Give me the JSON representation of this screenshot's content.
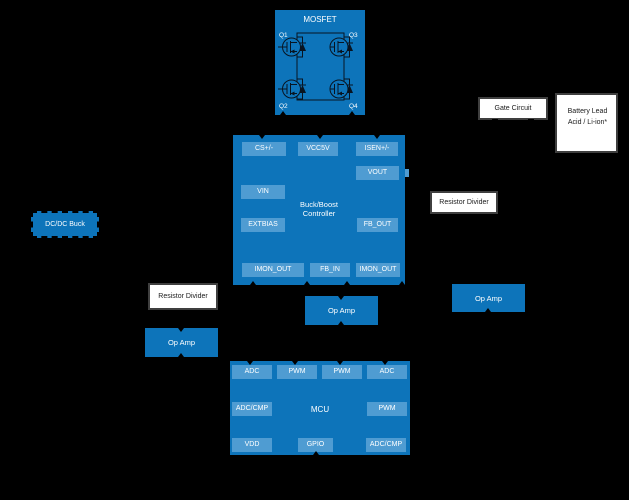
{
  "colors": {
    "bg": "#000000",
    "block-blue": "#0d74ba",
    "pin-blue": "#4f9cd2",
    "white-block": "#ffffff",
    "border-gray": "#3f3f3f",
    "text-on-blue": "#ffffff",
    "text-on-white": "#1a1a1a",
    "symbol-stroke": "#081421"
  },
  "mosfet": {
    "title": "MOSFET",
    "q1": "Q1",
    "q2": "Q2",
    "q3": "Q3",
    "q4": "Q4"
  },
  "controller": {
    "title_line1": "Buck/Boost",
    "title_line2": "Controller",
    "pins": {
      "cs": "CS+/-",
      "vcc5v": "VCC5V",
      "isen": "ISEN+/-",
      "vout": "VOUT",
      "vin": "VIN",
      "extbias": "EXTBIAS",
      "fb_out": "FB_OUT",
      "imon_out_left": "IMON_OUT",
      "fb_in": "FB_IN",
      "imon_out_right": "IMON_OUT"
    }
  },
  "mcu": {
    "title": "MCU",
    "pins": {
      "adc_top_left": "ADC",
      "pwm_top_1": "PWM",
      "pwm_top_2": "PWM",
      "adc_top_right": "ADC",
      "adc_cmp_left": "ADC/CMP",
      "pwm_right": "PWM",
      "vdd": "VDD",
      "gpio": "GPIO",
      "adc_cmp_right": "ADC/CMP"
    }
  },
  "gate_circuit": {
    "label": "Gate Circuit"
  },
  "battery": {
    "line1": "Battery Lead",
    "line2": "Acid / Li-ion*"
  },
  "resistor_divider_right": {
    "label": "Resistor Divider"
  },
  "resistor_divider_left": {
    "label": "Resistor Divider"
  },
  "dcdc_buck": {
    "label": "DC/DC Buck"
  },
  "op_amp_left": {
    "label": "Op Amp"
  },
  "op_amp_middle": {
    "label": "Op Amp"
  },
  "op_amp_right": {
    "label": "Op Amp"
  }
}
